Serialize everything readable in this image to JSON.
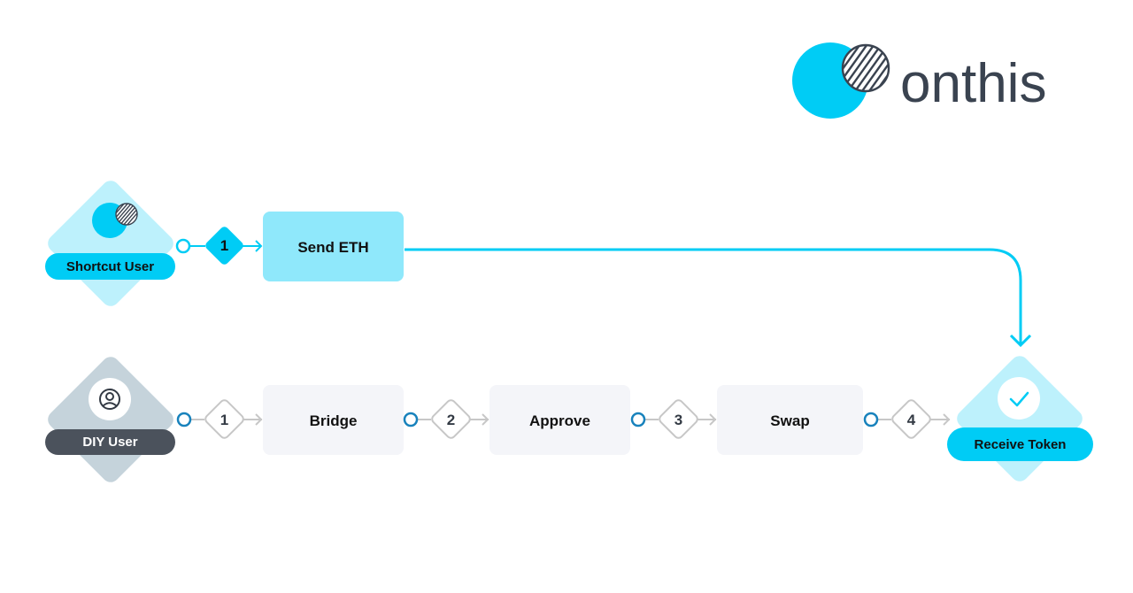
{
  "logo": {
    "text": "onthis",
    "icon": "overlapping-circles-logo-icon"
  },
  "colors": {
    "cyan": "#00CCF5",
    "light_cyan": "#BDF1FC",
    "box_cyan": "#8FE8FB",
    "dark_text": "#111111",
    "logo_text": "#3A4350",
    "diy_diamond": "#C5D3DB",
    "diy_pill": "#4B525C",
    "grey_box": "#F4F5F9",
    "grey_line": "#C7C7C7",
    "ring_blue": "#1882BC"
  },
  "shortcut_flow": {
    "user_label": "Shortcut User",
    "user_icon": "onthis-logo-icon",
    "step_number": "1",
    "step_label": "Send ETH"
  },
  "diy_flow": {
    "user_label": "DIY User",
    "user_icon": "user-circle-icon",
    "steps": [
      {
        "number": "1",
        "label": "Bridge"
      },
      {
        "number": "2",
        "label": "Approve"
      },
      {
        "number": "3",
        "label": "Swap"
      },
      {
        "number": "4"
      }
    ]
  },
  "destination": {
    "label": "Receive Token",
    "icon": "checkmark-icon"
  }
}
